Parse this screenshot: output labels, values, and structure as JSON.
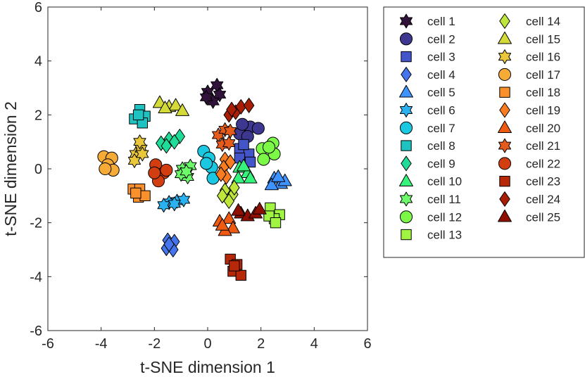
{
  "chart_data": {
    "type": "scatter",
    "xlabel": "t-SNE dimension 1",
    "ylabel": "t-SNE dimension 2",
    "xlim": [
      -6,
      6
    ],
    "ylim": [
      -6,
      6
    ],
    "xticks": [
      "-6",
      "-4",
      "-2",
      "0",
      "2",
      "4",
      "6"
    ],
    "yticks": [
      "-6",
      "-4",
      "-2",
      "0",
      "2",
      "4",
      "6"
    ],
    "grid": false,
    "legend_position": "outside-right",
    "legend_columns": 2,
    "series": [
      {
        "name": "cell 1",
        "marker": "hexagram",
        "color": "#30123b",
        "points": [
          [
            0.0,
            2.85
          ],
          [
            0.35,
            3.1
          ],
          [
            0.45,
            2.75
          ],
          [
            0.2,
            2.5
          ],
          [
            -0.05,
            2.65
          ]
        ]
      },
      {
        "name": "cell 2",
        "marker": "circle",
        "color": "#3e378f",
        "points": [
          [
            1.6,
            1.55
          ],
          [
            1.2,
            1.3
          ],
          [
            1.5,
            1.2
          ],
          [
            1.9,
            1.5
          ],
          [
            1.3,
            1.65
          ]
        ]
      },
      {
        "name": "cell 3",
        "marker": "square",
        "color": "#4455c9",
        "points": [
          [
            1.2,
            0.75
          ],
          [
            1.55,
            0.55
          ],
          [
            1.2,
            0.4
          ],
          [
            1.6,
            0.25
          ],
          [
            1.35,
            0.9
          ]
        ]
      },
      {
        "name": "cell 4",
        "marker": "diamond",
        "color": "#4575ec",
        "points": [
          [
            -1.5,
            -2.65
          ],
          [
            -1.25,
            -2.7
          ],
          [
            -1.55,
            -2.95
          ],
          [
            -1.3,
            -3.0
          ],
          [
            -1.45,
            -2.8
          ]
        ]
      },
      {
        "name": "cell 5",
        "marker": "triangle",
        "color": "#3f93fe",
        "points": [
          [
            2.5,
            -0.35
          ],
          [
            2.75,
            -0.55
          ],
          [
            2.4,
            -0.6
          ],
          [
            2.9,
            -0.45
          ],
          [
            2.65,
            -0.3
          ]
        ]
      },
      {
        "name": "cell 6",
        "marker": "hexagram",
        "color": "#29b1f0",
        "points": [
          [
            -1.15,
            -1.2
          ],
          [
            -1.45,
            -1.25
          ],
          [
            -1.65,
            -1.35
          ],
          [
            -0.9,
            -1.15
          ],
          [
            -1.25,
            -1.3
          ]
        ]
      },
      {
        "name": "cell 7",
        "marker": "circle",
        "color": "#1ac9e1",
        "points": [
          [
            -0.15,
            0.65
          ],
          [
            0.05,
            0.4
          ],
          [
            0.15,
            0.05
          ],
          [
            0.2,
            -0.35
          ],
          [
            -0.05,
            0.2
          ]
        ]
      },
      {
        "name": "cell 8",
        "marker": "square",
        "color": "#1ec2c0",
        "points": [
          [
            -2.55,
            2.2
          ],
          [
            -2.75,
            1.85
          ],
          [
            -2.35,
            1.95
          ],
          [
            -2.45,
            1.7
          ],
          [
            -2.6,
            2.0
          ]
        ]
      },
      {
        "name": "cell 9",
        "marker": "diamond",
        "color": "#1fdc98",
        "points": [
          [
            -1.75,
            0.95
          ],
          [
            -1.45,
            1.1
          ],
          [
            -1.05,
            1.2
          ],
          [
            -1.25,
            1.0
          ],
          [
            -1.55,
            0.85
          ]
        ]
      },
      {
        "name": "cell 10",
        "marker": "triangle",
        "color": "#36f37c",
        "points": [
          [
            1.2,
            0.05
          ],
          [
            1.5,
            -0.15
          ],
          [
            1.15,
            -0.35
          ],
          [
            1.6,
            -0.35
          ],
          [
            1.35,
            0.1
          ]
        ]
      },
      {
        "name": "cell 11",
        "marker": "hexagram",
        "color": "#6cf96a",
        "points": [
          [
            -0.95,
            0.0
          ],
          [
            -0.75,
            -0.3
          ],
          [
            -0.65,
            0.1
          ],
          [
            -1.0,
            -0.2
          ],
          [
            -0.8,
            -0.1
          ]
        ]
      },
      {
        "name": "cell 12",
        "marker": "circle",
        "color": "#7cf847",
        "points": [
          [
            2.05,
            0.75
          ],
          [
            2.45,
            0.95
          ],
          [
            2.5,
            0.55
          ],
          [
            2.1,
            0.35
          ],
          [
            2.3,
            0.8
          ]
        ]
      },
      {
        "name": "cell 13",
        "marker": "square",
        "color": "#a0f542",
        "points": [
          [
            2.35,
            -1.45
          ],
          [
            2.7,
            -1.7
          ],
          [
            2.5,
            -1.85
          ],
          [
            2.3,
            -1.75
          ],
          [
            2.55,
            -2.0
          ]
        ]
      },
      {
        "name": "cell 14",
        "marker": "diamond",
        "color": "#bee63d",
        "points": [
          [
            0.65,
            -0.8
          ],
          [
            0.95,
            -0.95
          ],
          [
            0.55,
            -1.0
          ],
          [
            0.8,
            -1.2
          ],
          [
            1.0,
            -0.7
          ]
        ]
      },
      {
        "name": "cell 15",
        "marker": "triangle",
        "color": "#d4db39",
        "points": [
          [
            -1.8,
            2.45
          ],
          [
            -1.45,
            2.3
          ],
          [
            -1.2,
            2.35
          ],
          [
            -0.95,
            2.15
          ],
          [
            -1.6,
            2.25
          ]
        ]
      },
      {
        "name": "cell 16",
        "marker": "hexagram",
        "color": "#e9c63a",
        "points": [
          [
            -2.7,
            0.55
          ],
          [
            -2.5,
            0.75
          ],
          [
            -2.55,
            1.0
          ],
          [
            -2.75,
            0.3
          ],
          [
            -2.45,
            0.55
          ]
        ]
      },
      {
        "name": "cell 17",
        "marker": "circle",
        "color": "#f7ab37",
        "points": [
          [
            -3.9,
            0.45
          ],
          [
            -3.6,
            0.4
          ],
          [
            -3.75,
            0.15
          ],
          [
            -3.55,
            -0.05
          ],
          [
            -3.85,
            0.0
          ]
        ]
      },
      {
        "name": "cell 18",
        "marker": "square",
        "color": "#f9902b",
        "points": [
          [
            -2.8,
            -0.75
          ],
          [
            -2.55,
            -0.75
          ],
          [
            -2.6,
            -1.05
          ],
          [
            -2.35,
            -1.0
          ],
          [
            -2.7,
            -0.9
          ]
        ]
      },
      {
        "name": "cell 19",
        "marker": "diamond",
        "color": "#f97d20",
        "points": [
          [
            0.65,
            0.35
          ],
          [
            0.85,
            0.25
          ],
          [
            0.6,
            0.05
          ],
          [
            0.7,
            -0.3
          ],
          [
            0.5,
            -0.2
          ]
        ]
      },
      {
        "name": "cell 20",
        "marker": "triangle",
        "color": "#ef5a12",
        "points": [
          [
            0.45,
            -1.95
          ],
          [
            0.8,
            -1.85
          ],
          [
            0.95,
            -2.2
          ],
          [
            0.65,
            -2.3
          ],
          [
            0.55,
            -2.1
          ]
        ]
      },
      {
        "name": "cell 21",
        "marker": "hexagram",
        "color": "#e55b1c",
        "points": [
          [
            0.4,
            1.25
          ],
          [
            0.65,
            1.45
          ],
          [
            0.85,
            1.4
          ],
          [
            0.55,
            0.9
          ],
          [
            0.8,
            0.95
          ]
        ]
      },
      {
        "name": "cell 22",
        "marker": "circle",
        "color": "#d33e10",
        "points": [
          [
            -1.95,
            0.15
          ],
          [
            -1.65,
            -0.15
          ],
          [
            -1.85,
            -0.45
          ],
          [
            -1.55,
            -0.05
          ],
          [
            -2.0,
            -0.15
          ]
        ]
      },
      {
        "name": "cell 23",
        "marker": "square",
        "color": "#b62807",
        "points": [
          [
            0.85,
            -3.35
          ],
          [
            1.1,
            -3.55
          ],
          [
            0.95,
            -3.8
          ],
          [
            1.25,
            -3.95
          ],
          [
            1.0,
            -3.6
          ]
        ]
      },
      {
        "name": "cell 24",
        "marker": "diamond",
        "color": "#a91f05",
        "points": [
          [
            0.8,
            2.0
          ],
          [
            1.05,
            2.1
          ],
          [
            1.25,
            2.3
          ],
          [
            1.55,
            2.35
          ],
          [
            0.9,
            2.2
          ]
        ]
      },
      {
        "name": "cell 25",
        "marker": "triangle",
        "color": "#8f1003",
        "points": [
          [
            1.25,
            -1.65
          ],
          [
            1.5,
            -1.75
          ],
          [
            1.8,
            -1.65
          ],
          [
            1.95,
            -1.5
          ],
          [
            1.15,
            -1.55
          ]
        ]
      }
    ]
  }
}
